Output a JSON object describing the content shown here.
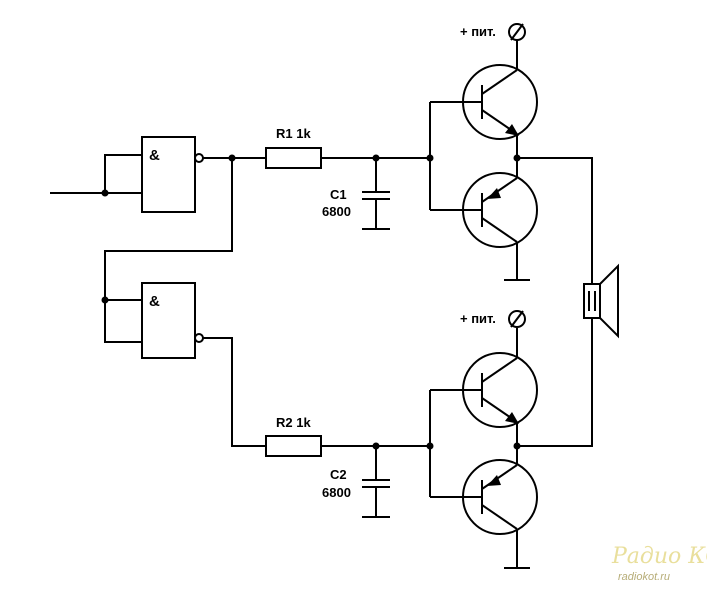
{
  "gates": {
    "gate1_symbol": "&",
    "gate2_symbol": "&"
  },
  "resistors": {
    "r1": "R1 1k",
    "r2": "R2 1k"
  },
  "capacitors": {
    "c1_name": "C1",
    "c1_value": "6800",
    "c2_name": "C2",
    "c2_value": "6800"
  },
  "power": {
    "top": "+ пит.",
    "bottom": "+ пит."
  },
  "watermark": {
    "title": "Радио КОТ",
    "url": "radiokot.ru"
  }
}
